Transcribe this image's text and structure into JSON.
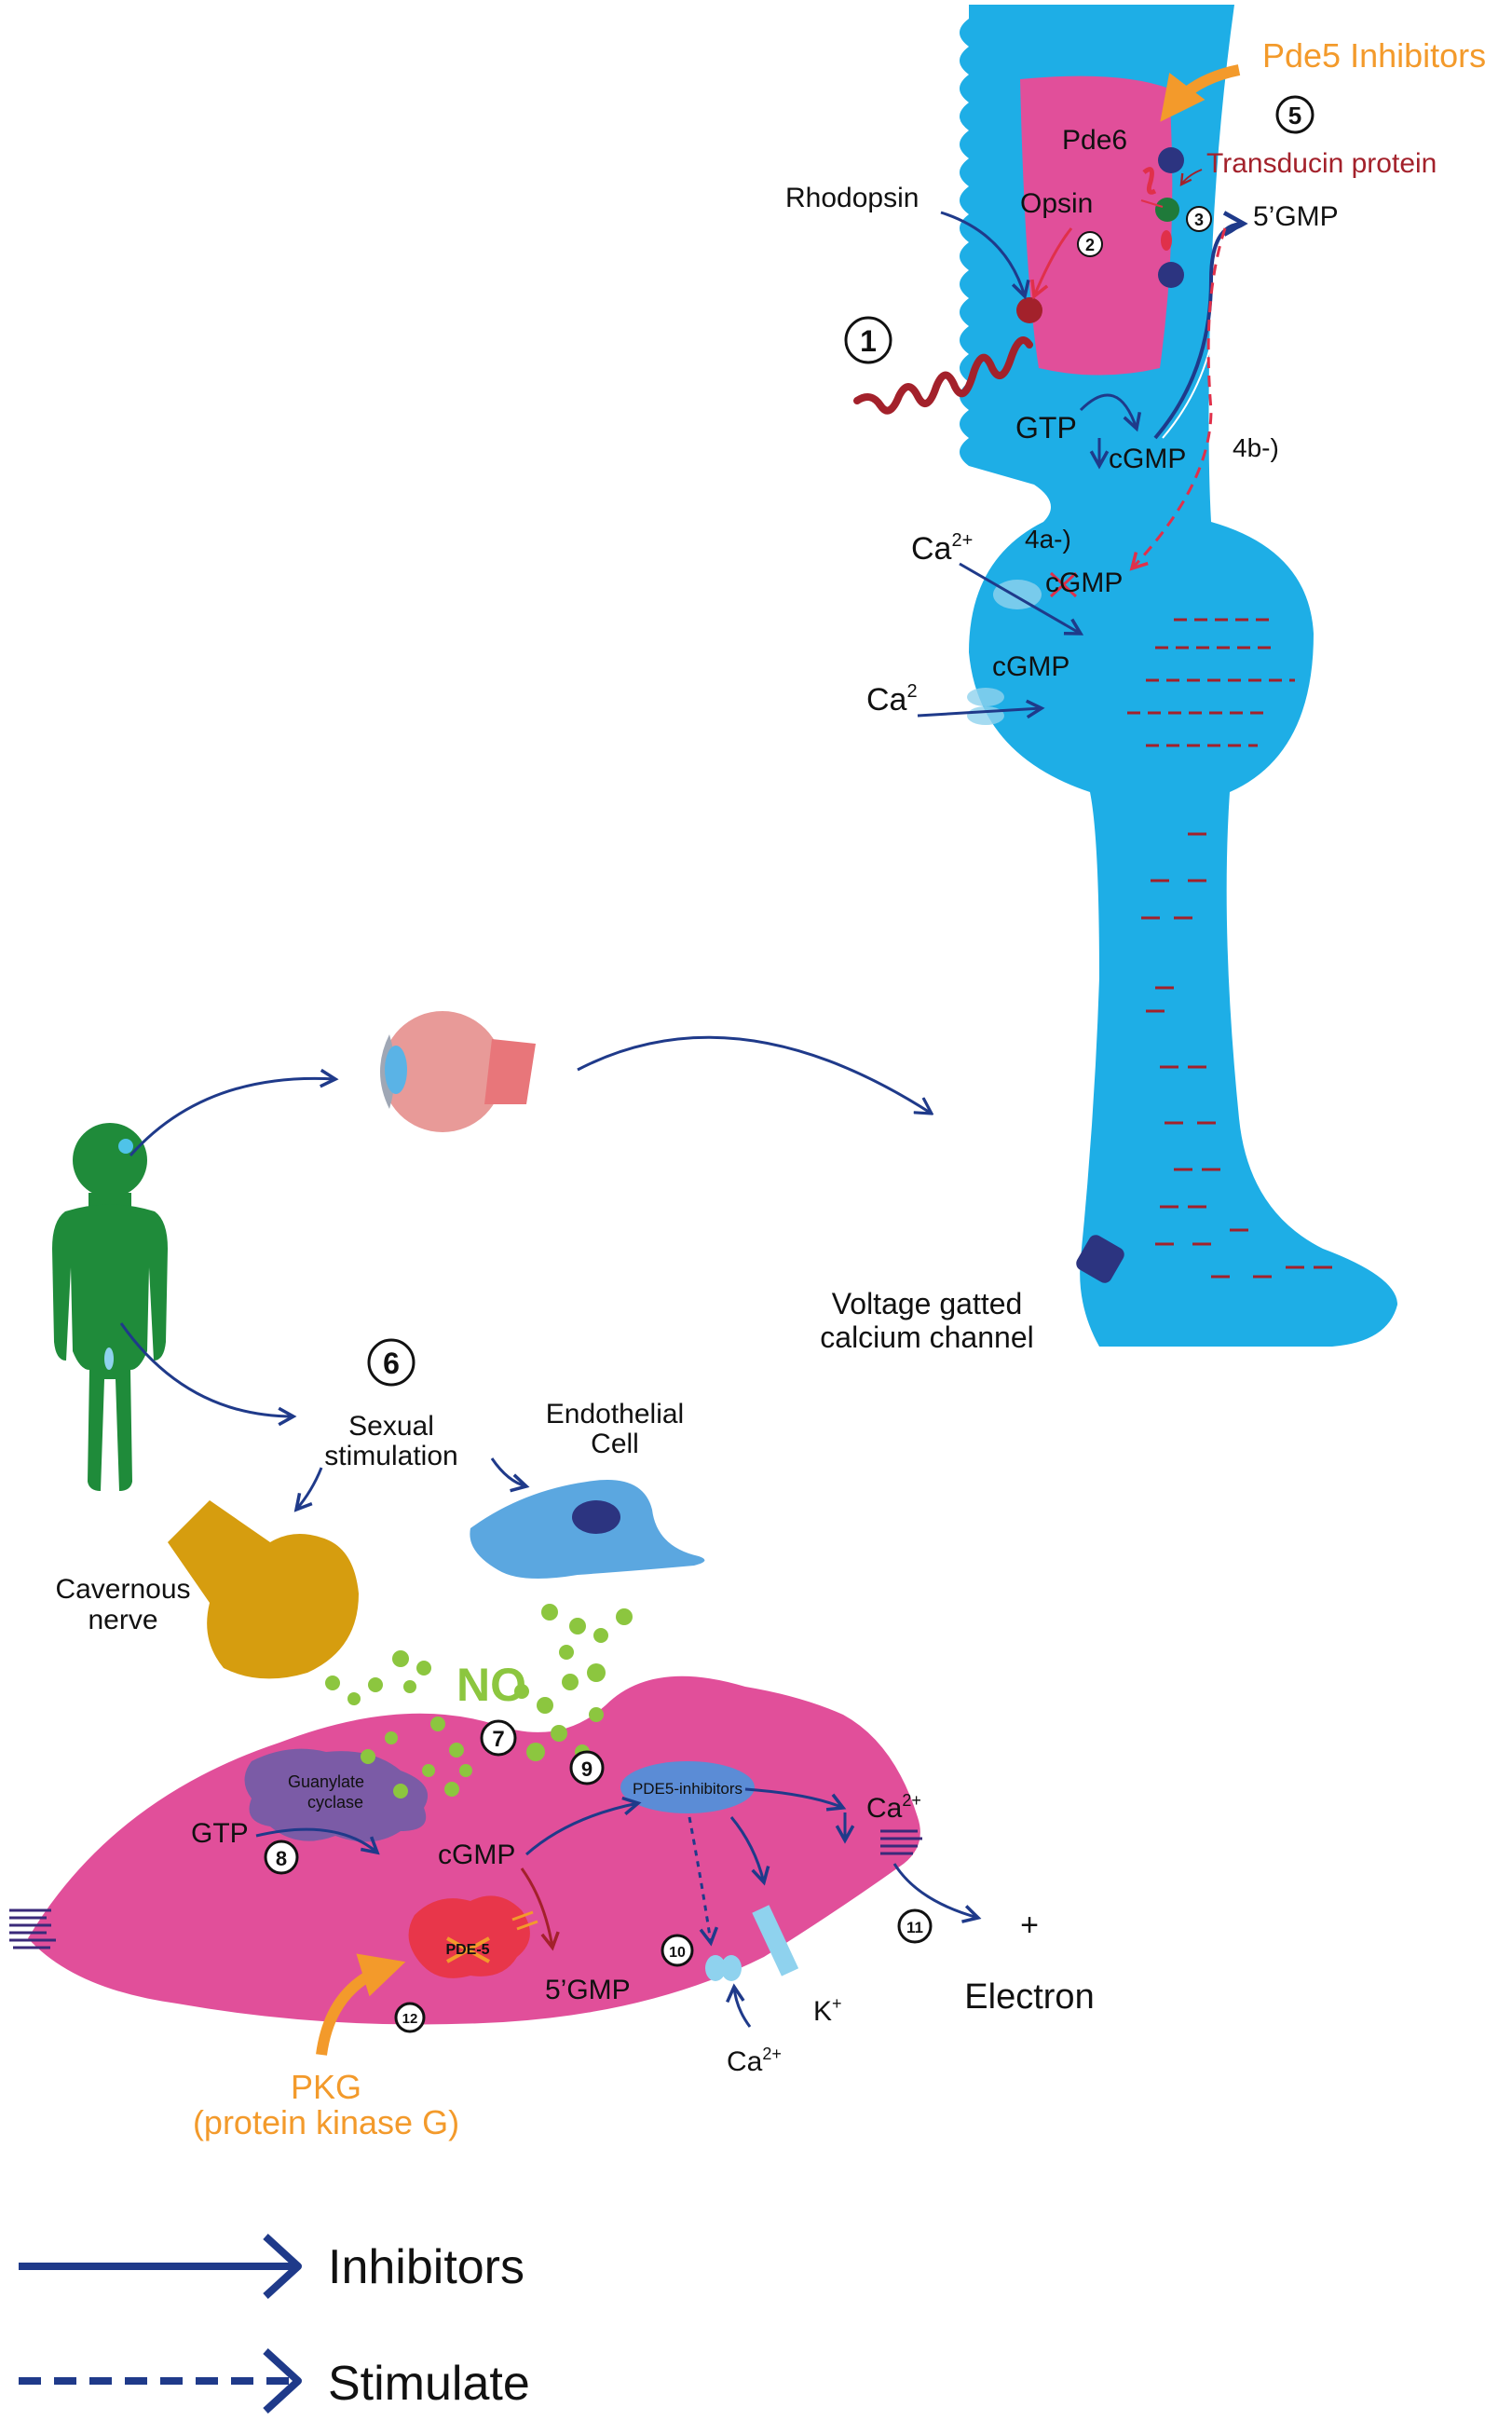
{
  "photoreceptor": {
    "pde5_inhibitors": "Pde5 Inhibitors",
    "pde6": "Pde6",
    "transducin": "Transducin protein",
    "rhodopsin": "Rhodopsin",
    "opsin": "Opsin",
    "gmp5": "5’GMP",
    "gtp": "GTP",
    "cgmp": "cGMP",
    "step4b": "4b-)",
    "step4a": "4a-)",
    "ca2plus": "Ca",
    "ca2plus_sup": "2+",
    "cgmp_crossed": "cGMP",
    "cgmp2": "cGMP",
    "ca2": "Ca",
    "ca2_sup": "2",
    "voltage_line1": "Voltage gatted",
    "voltage_line2": "calcium channel"
  },
  "steps": {
    "s1": "1",
    "s2": "2",
    "s3": "3",
    "s5": "5",
    "s6": "6",
    "s7": "7",
    "s8": "8",
    "s9": "9",
    "s10": "10",
    "s11": "11",
    "s12": "12"
  },
  "smooth_muscle": {
    "sexual_line1": "Sexual",
    "sexual_line2": "stimulation",
    "endothelial_line1": "Endothelial",
    "endothelial_line2": "Cell",
    "cavernous_line1": "Cavernous",
    "cavernous_line2": "nerve",
    "no": "NO",
    "guanylate_line1": "Guanylate",
    "guanylate_line2": "cyclase",
    "gtp": "GTP",
    "cgmp": "cGMP",
    "pde5_inhibitors": "PDE5-inhibitors",
    "ca2plus": "Ca",
    "ca2plus_sup": "2+",
    "pde5": "PDE-5",
    "gmp5": "5’GMP",
    "kplus": "K",
    "kplus_sup": "+",
    "ca2plus_bottom": "Ca",
    "ca2plus_bottom_sup": "2+",
    "plus": "+",
    "electron": "Electron",
    "pkg_line1": "PKG",
    "pkg_line2": "(protein kinase G)"
  },
  "legend": {
    "inhibitors": "Inhibitors",
    "stimulate": "Stimulate"
  },
  "colors": {
    "cell_blue": "#1eaee6",
    "magenta": "#e14f9a",
    "arrow_navy": "#1f3a8a",
    "accent_orange": "#f39a2b",
    "dark_red": "#a3212b",
    "figure_green": "#1f8b3a",
    "no_green": "#8cc63f",
    "nerve_gold": "#d69d0f"
  }
}
